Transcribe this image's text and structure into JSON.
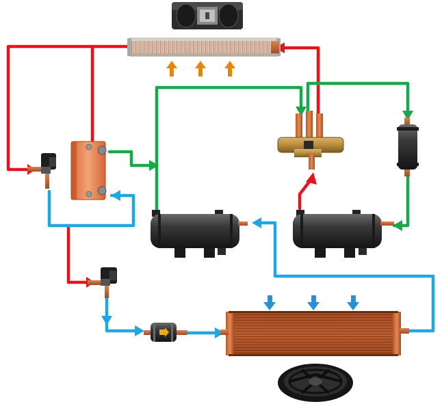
{
  "diagram": {
    "type": "refrigerant-circuit-schematic",
    "components": [
      {
        "id": "blower",
        "icon": "centrifugal-blower-icon"
      },
      {
        "id": "indoor-coil",
        "icon": "finned-coil-icon"
      },
      {
        "id": "plate-heat-exchanger",
        "icon": "plate-heat-exchanger-icon"
      },
      {
        "id": "expansion-valve-1",
        "icon": "expansion-valve-icon"
      },
      {
        "id": "expansion-valve-2",
        "icon": "expansion-valve-icon"
      },
      {
        "id": "four-way-valve",
        "icon": "reversing-valve-icon"
      },
      {
        "id": "accumulator",
        "icon": "accumulator-icon"
      },
      {
        "id": "compressor-left",
        "icon": "scroll-compressor-icon"
      },
      {
        "id": "compressor-right",
        "icon": "scroll-compressor-icon"
      },
      {
        "id": "filter-drier",
        "icon": "filter-drier-icon"
      },
      {
        "id": "condenser",
        "icon": "finned-coil-icon"
      },
      {
        "id": "fan",
        "icon": "axial-fan-icon"
      }
    ],
    "line_colors": {
      "hot_gas": "#e8141c",
      "suction": "#18a84a",
      "liquid": "#1fa7e1",
      "airflow_up": "#e8850c",
      "airflow_down": "#2a8fd6"
    }
  }
}
